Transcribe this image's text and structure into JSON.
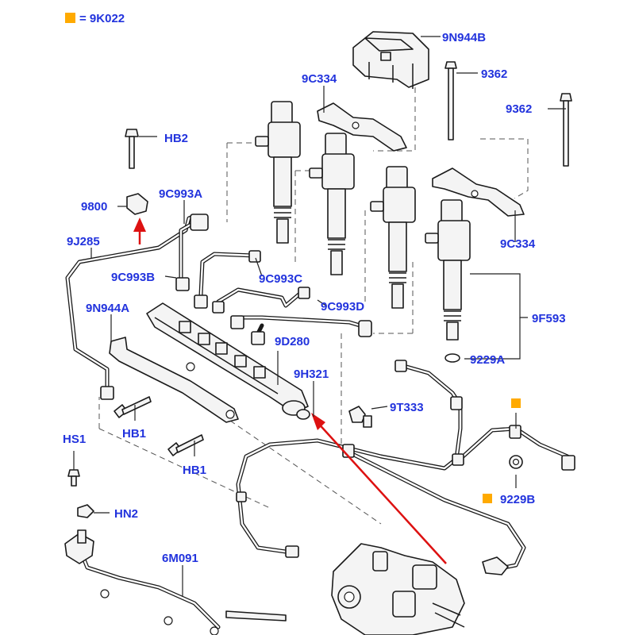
{
  "legend": {
    "text": "= 9K022"
  },
  "colors": {
    "label": "#2233dd",
    "marker": "#ffaa00",
    "arrow": "#dd1111",
    "line": "#1a1a1a"
  },
  "callouts": {
    "c9N944B": "9N944B",
    "c9362a": "9362",
    "c9362b": "9362",
    "c9C334a": "9C334",
    "c9C334b": "9C334",
    "cHB2": "HB2",
    "c9800": "9800",
    "c9C993A": "9C993A",
    "c9J285": "9J285",
    "c9C993B": "9C993B",
    "c9C993C": "9C993C",
    "c9C993D": "9C993D",
    "c9N944A": "9N944A",
    "c9D280": "9D280",
    "c9H321": "9H321",
    "c9F593": "9F593",
    "c9229A": "9229A",
    "c9T333": "9T333",
    "cHB1a": "HB1",
    "cHB1b": "HB1",
    "cHS1": "HS1",
    "cHN2": "HN2",
    "c9229B": "9229B",
    "c6M091": "6M091"
  }
}
